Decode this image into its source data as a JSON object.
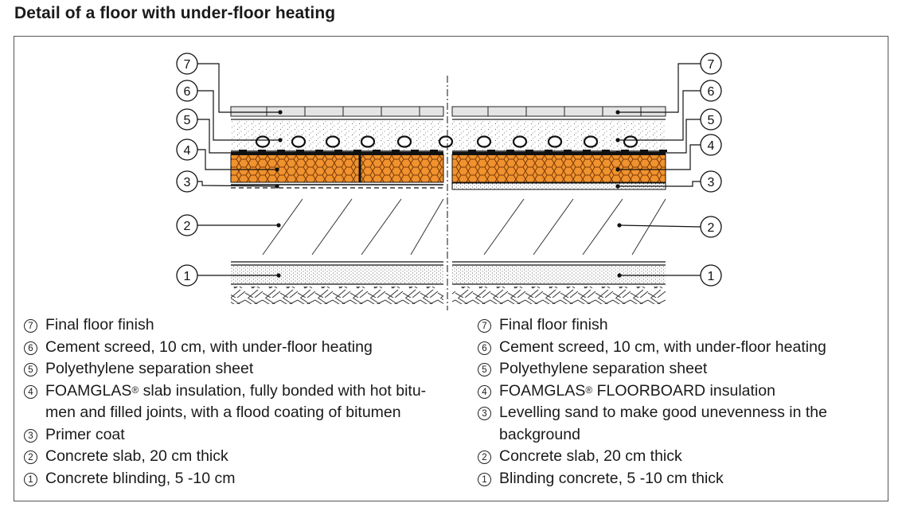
{
  "title": "Detail of a floor with under-floor heating",
  "callout_numbers": [
    "7",
    "6",
    "5",
    "4",
    "3",
    "2",
    "1"
  ],
  "legend_left": [
    {
      "num": "7",
      "text": "Final floor finish"
    },
    {
      "num": "6",
      "text": "Cement screed, 10 cm, with under-floor heating"
    },
    {
      "num": "5",
      "text": "Polyethylene separation sheet"
    },
    {
      "num": "4",
      "text_pre": "FOAMGLAS",
      "reg": "®",
      "text_post": " slab insulation, fully bonded with hot bitu-",
      "text_line2": "men and filled joints, with a flood coating of bitumen"
    },
    {
      "num": "3",
      "text": "Primer coat"
    },
    {
      "num": "2",
      "text": "Concrete slab, 20 cm thick"
    },
    {
      "num": "1",
      "text": "Concrete blinding, 5 -10 cm"
    }
  ],
  "legend_right": [
    {
      "num": "7",
      "text": "Final floor finish"
    },
    {
      "num": "6",
      "text": "Cement screed, 10 cm, with under-floor heating"
    },
    {
      "num": "5",
      "text": "Polyethylene separation sheet"
    },
    {
      "num": "4",
      "text_pre": "FOAMGLAS",
      "reg": "®",
      "text_post": " FLOORBOARD insulation"
    },
    {
      "num": "3",
      "text": "Levelling sand to make good unevenness in the",
      "text_line2": "background"
    },
    {
      "num": "2",
      "text": "Concrete slab, 20 cm thick"
    },
    {
      "num": "1",
      "text": "Blinding concrete, 5 -10 cm thick"
    }
  ],
  "colors": {
    "insulation": "#f0922e",
    "insulation_cell": "#7a3a08",
    "line": "#222222"
  }
}
